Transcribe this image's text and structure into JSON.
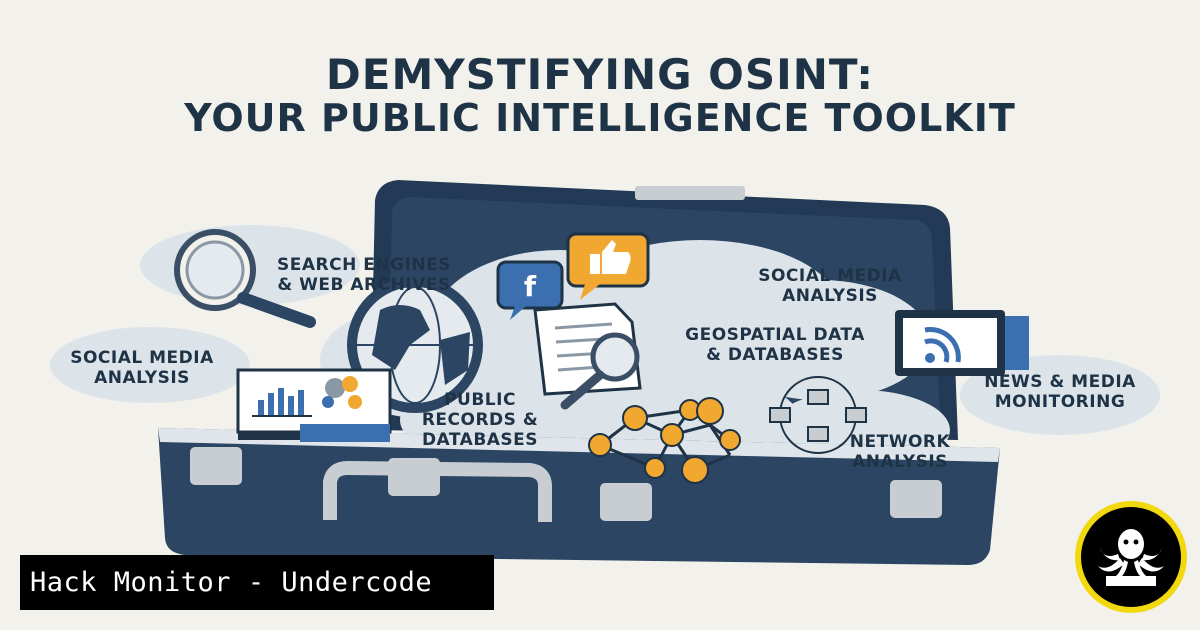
{
  "title": {
    "line1": "DEMYSTIFYING OSINT:",
    "line2": "YOUR PUBLIC INTELLIGENCE TOOLKIT"
  },
  "labels": {
    "search": [
      "SEARCH ENGINES",
      "& WEB ARCHIVES"
    ],
    "social_left": [
      "SOCIAL MEDIA",
      "ANALYSIS"
    ],
    "social_right": [
      "SOCIAL MEDIA",
      "ANALYSIS"
    ],
    "geo": [
      "GEOSPATIAL DATA",
      "& DATABASES"
    ],
    "public": [
      "PUBLIC",
      "RECORDS &",
      "DATABASES"
    ],
    "news": [
      "NEWS & MEDIA",
      "MONITORING"
    ],
    "network": [
      "NETWORK",
      "ANALYSIS"
    ]
  },
  "icons": [
    "magnifier-icon",
    "facebook-icon",
    "thumbs-up-icon",
    "globe-icon",
    "document-icon",
    "rss-icon",
    "laptop-chart-icon",
    "network-graph-icon"
  ],
  "banner": {
    "text": "Hack Monitor - Undercode"
  },
  "colors": {
    "navy": "#1f3347",
    "suitcase": "#2b4563",
    "accent_orange": "#f0a830",
    "facebook_blue": "#3b6fb0",
    "background": "#f2f1ec"
  }
}
